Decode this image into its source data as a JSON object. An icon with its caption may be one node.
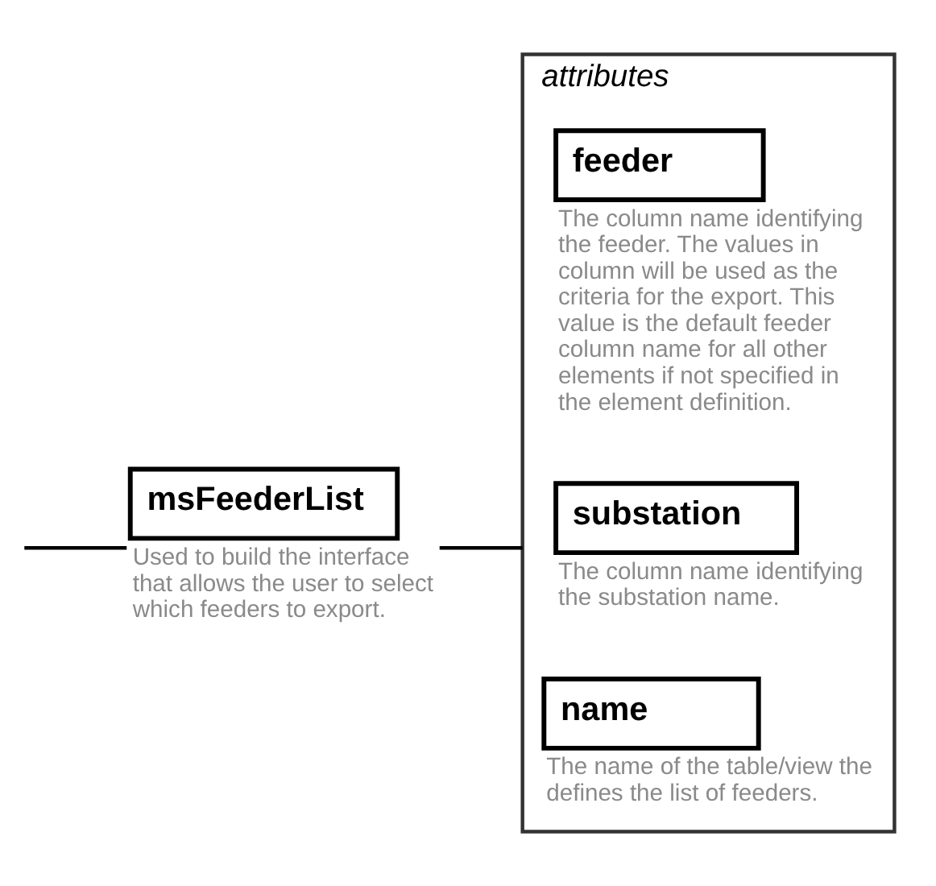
{
  "diagram": {
    "nodes": [
      {
        "text": [
          "msFeederList"
        ],
        "beside": [
          "Used to build the interface that allows the user to select which feeders to export."
        ]
      },
      {
        "text": [
          "attributes"
        ]
      },
      {
        "text": [
          "name"
        ],
        "in": 1,
        "beside": [
          "The name of the table/view the defines the list of feeders."
        ]
      },
      {
        "text": [
          "substation"
        ],
        "in": 1,
        "beside": [
          "The column name identifying the substation name."
        ]
      },
      {
        "text": [
          "feeder"
        ],
        "in": 1,
        "beside": [
          "The column name identifying the feeder. The values in column will be used as the criteria for the export. This value is the default feeder column name for all other elements if not specified in the element definition."
        ]
      }
    ],
    "edges": [
      {
        "from": null,
        "to": 0,
        "arrow": "none"
      },
      {
        "from": 0,
        "to": 1,
        "arrow": "none"
      }
    ]
  }
}
